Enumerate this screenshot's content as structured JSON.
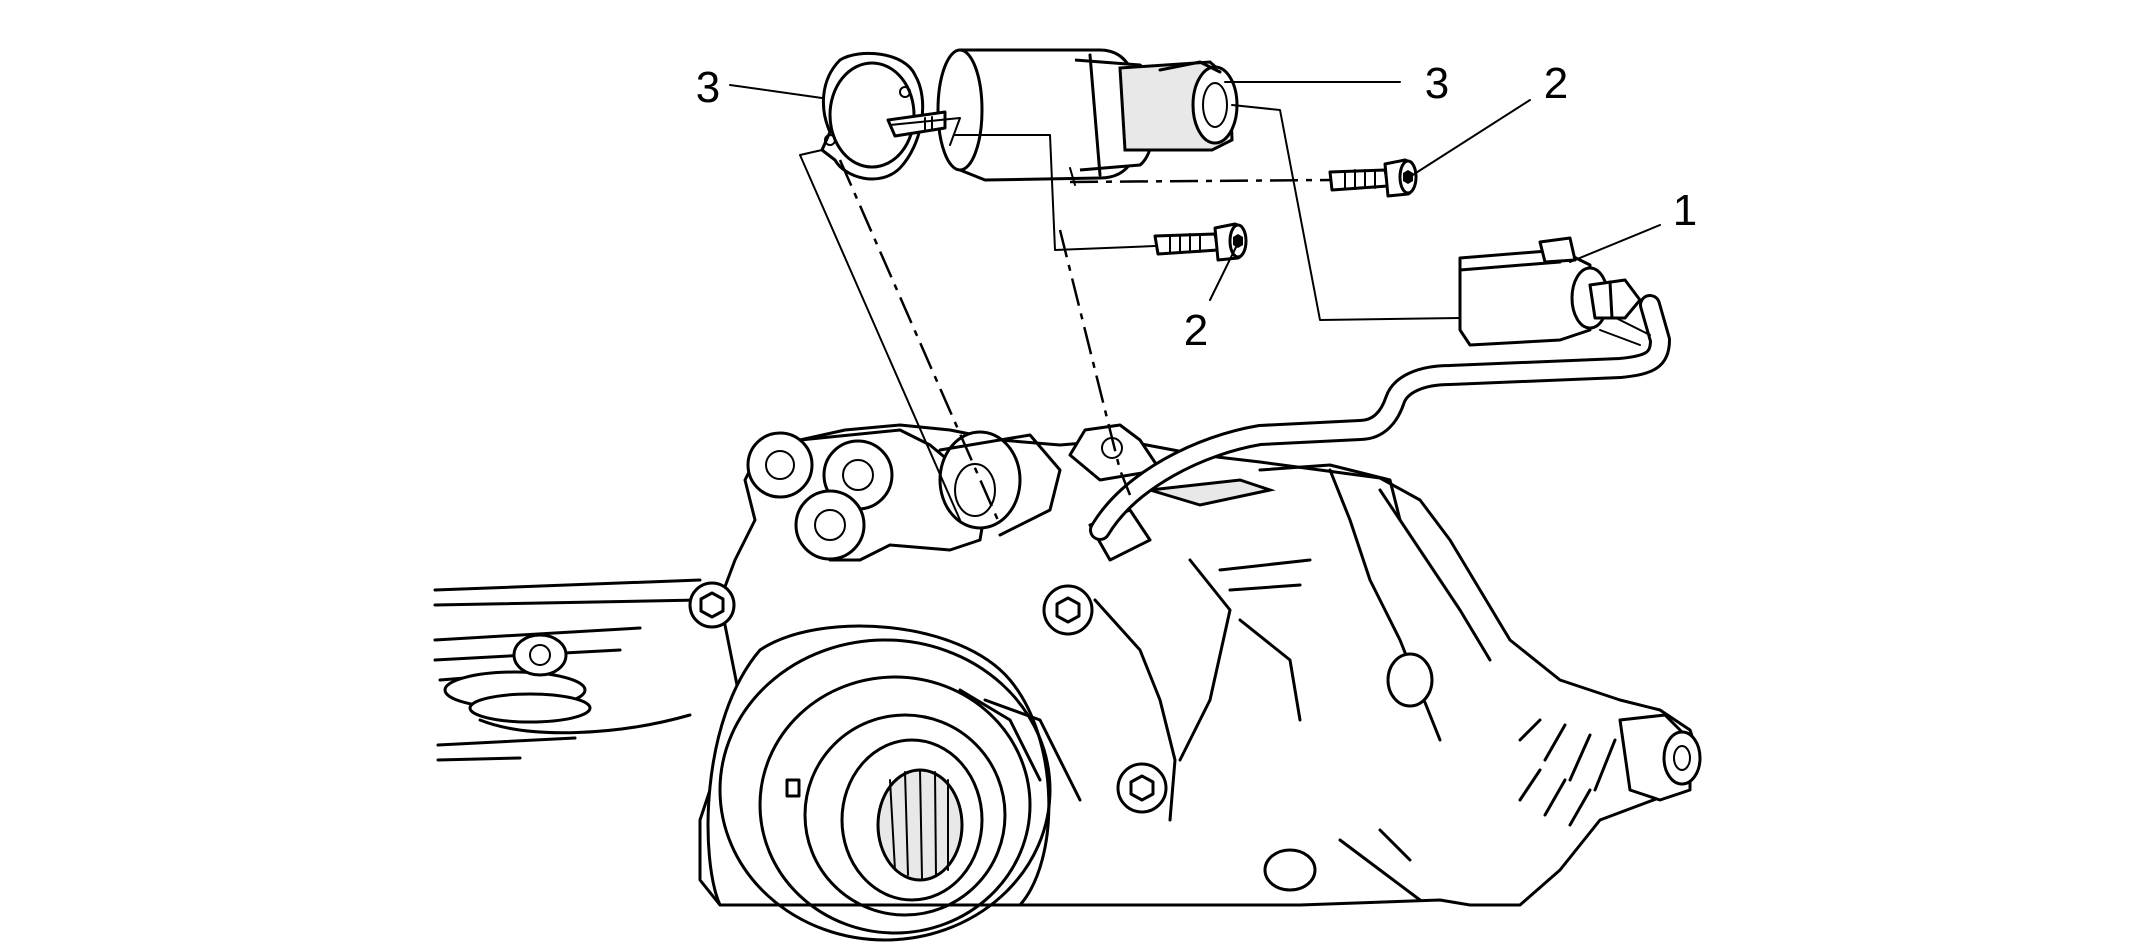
{
  "callouts": {
    "gasket_left": "3",
    "seal_right": "3",
    "bolt_upper": "2",
    "bolt_lower": "2",
    "connector": "1"
  },
  "colors": {
    "line": "#000000",
    "background": "#ffffff"
  }
}
